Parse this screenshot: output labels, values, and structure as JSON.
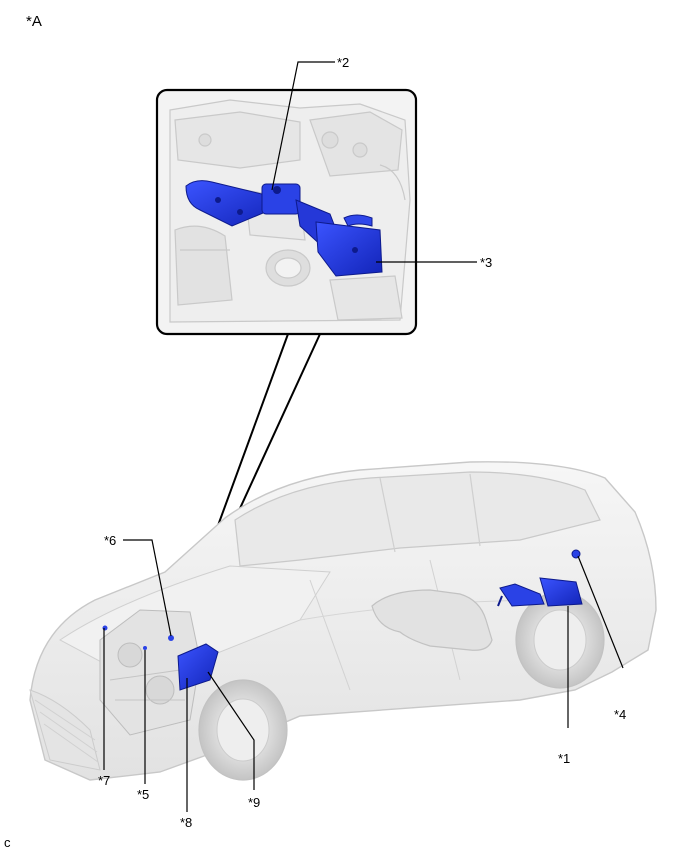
{
  "diagram": {
    "view_label": "*A",
    "corner_code": "c",
    "callouts": [
      "*1",
      "*2",
      "*3",
      "*4",
      "*5",
      "*6",
      "*7",
      "*8",
      "*9"
    ]
  },
  "colors": {
    "highlight_part": "#1f33d6",
    "highlight_dark": "#0d1a8c",
    "vehicle_body": "#eeeeee",
    "vehicle_outline": "#c8c8c8",
    "leader_line": "#000000"
  }
}
